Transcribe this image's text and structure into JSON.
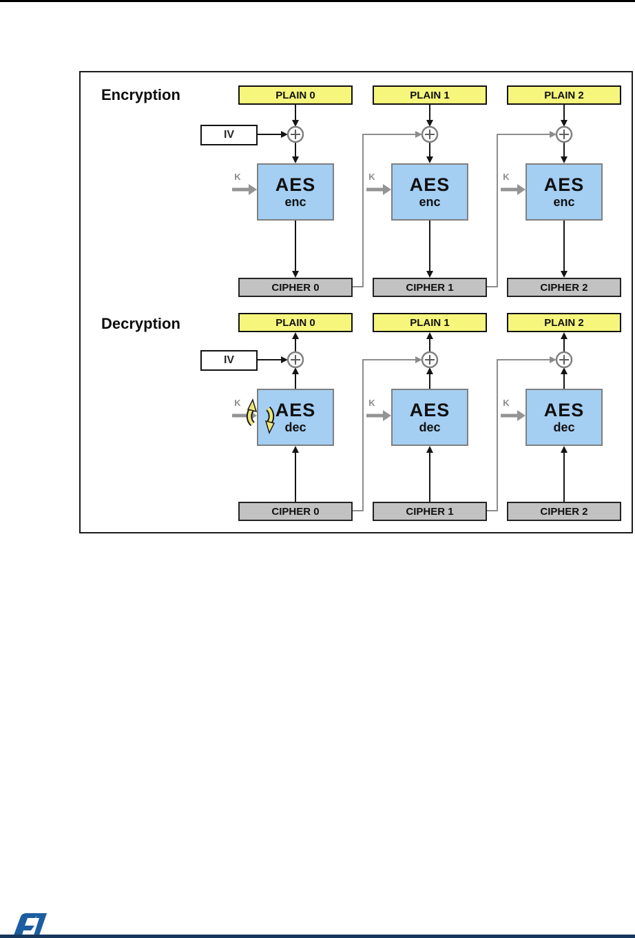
{
  "page": {
    "background": "#FFFFFF",
    "top_rule_color": "#000000",
    "bottom_bar_color": "#17375E"
  },
  "figure": {
    "sections": [
      {
        "label": "Encryption",
        "iv_label": "IV",
        "key_label": "K",
        "blocks": [
          {
            "plain": "PLAIN 0",
            "aes_title": "AES",
            "aes_mode": "enc",
            "cipher": "CIPHER 0"
          },
          {
            "plain": "PLAIN 1",
            "aes_title": "AES",
            "aes_mode": "enc",
            "cipher": "CIPHER 1"
          },
          {
            "plain": "PLAIN 2",
            "aes_title": "AES",
            "aes_mode": "enc",
            "cipher": "CIPHER 2"
          }
        ]
      },
      {
        "label": "Decryption",
        "iv_label": "IV",
        "key_label": "K",
        "blocks": [
          {
            "plain": "PLAIN 0",
            "aes_title": "AES",
            "aes_mode": "dec",
            "cipher": "CIPHER 0"
          },
          {
            "plain": "PLAIN 1",
            "aes_title": "AES",
            "aes_mode": "dec",
            "cipher": "CIPHER 1"
          },
          {
            "plain": "PLAIN 2",
            "aes_title": "AES",
            "aes_mode": "dec",
            "cipher": "CIPHER 2"
          }
        ]
      }
    ],
    "colors": {
      "plain_fill": "#F6F67D",
      "aes_fill": "#A4CEF2",
      "cipher_fill": "#C2C2C2",
      "connector_gray": "#8C8C8C",
      "key_schedule_yellow": "#EDE77B",
      "logo_blue": "#1B5DA0"
    },
    "icons": {
      "xor": "xor-node-icon",
      "key_schedule": "key-schedule-recycle-icon",
      "logo": "st-logo"
    }
  }
}
